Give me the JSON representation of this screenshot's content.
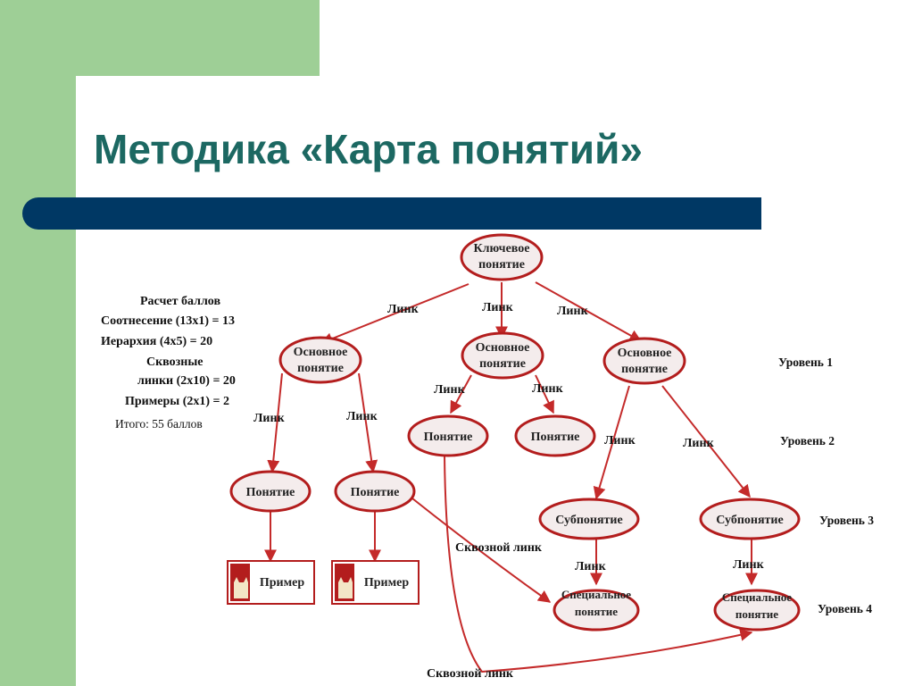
{
  "slide": {
    "title": "Методика «Карта понятий»"
  },
  "scoring": {
    "heading": "Расчет баллов",
    "lines": [
      "Соотнесение (13х1) = 13",
      "Иерархия (4х5) = 20",
      "Сквозные",
      "линки (2х10) = 20",
      "Примеры (2х1) = 2"
    ],
    "total": "Итого: 55 баллов"
  },
  "diagram": {
    "key_concept": [
      "Ключевое",
      "понятие"
    ],
    "main_concept": [
      "Основное",
      "понятие"
    ],
    "concept": "Понятие",
    "subconcept": "Субпонятие",
    "special_concept": [
      "Специальное",
      "понятие"
    ],
    "example": "Пример",
    "link": "Линк",
    "cross_link": "Сквозной линк",
    "levels": [
      "Уровень 1",
      "Уровень 2",
      "Уровень 3",
      "Уровень 4"
    ]
  },
  "colors": {
    "green": "#9ecf96",
    "navy": "#003864",
    "title": "#1c6862",
    "node_border": "#b31d1d"
  }
}
